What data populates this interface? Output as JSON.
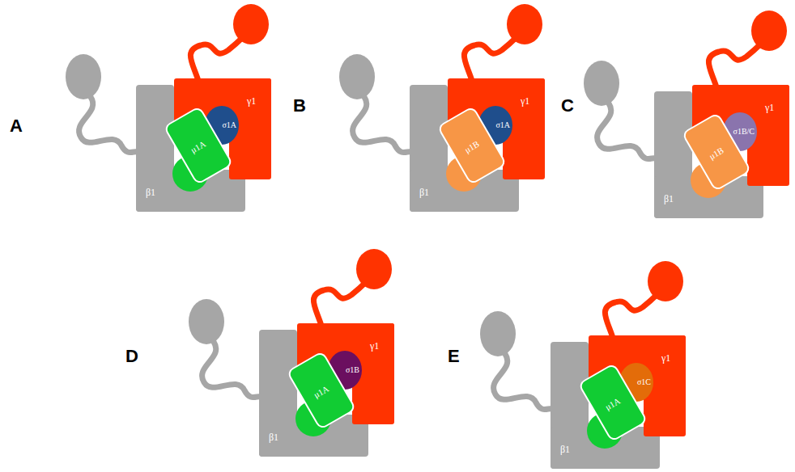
{
  "diagram": {
    "nodes": [
      {
        "text": [
          "β1"
        ]
      },
      {
        "text": [
          "γ1"
        ]
      },
      {
        "text": [
          "σ1A"
        ]
      },
      {
        "text": [
          "μ1A"
        ]
      },
      {
        "text": [
          "β1"
        ]
      },
      {
        "text": [
          "γ1"
        ]
      },
      {
        "text": [
          "σ1A"
        ]
      },
      {
        "text": [
          "μ1B"
        ]
      },
      {
        "text": [
          "β1"
        ]
      },
      {
        "text": [
          "γ1"
        ]
      },
      {
        "text": [
          "σ1B/C"
        ]
      },
      {
        "text": [
          "μ1B"
        ]
      },
      {
        "text": [
          "β1"
        ]
      },
      {
        "text": [
          "γ1"
        ]
      },
      {
        "text": [
          "σ1B"
        ]
      },
      {
        "text": [
          "μ1A"
        ]
      },
      {
        "text": [
          "β1"
        ]
      },
      {
        "text": [
          "γ1"
        ]
      },
      {
        "text": [
          "σ1C"
        ]
      },
      {
        "text": [
          "μ1A"
        ]
      }
    ],
    "labels": [
      "A",
      "B",
      "C",
      "D",
      "E"
    ]
  }
}
